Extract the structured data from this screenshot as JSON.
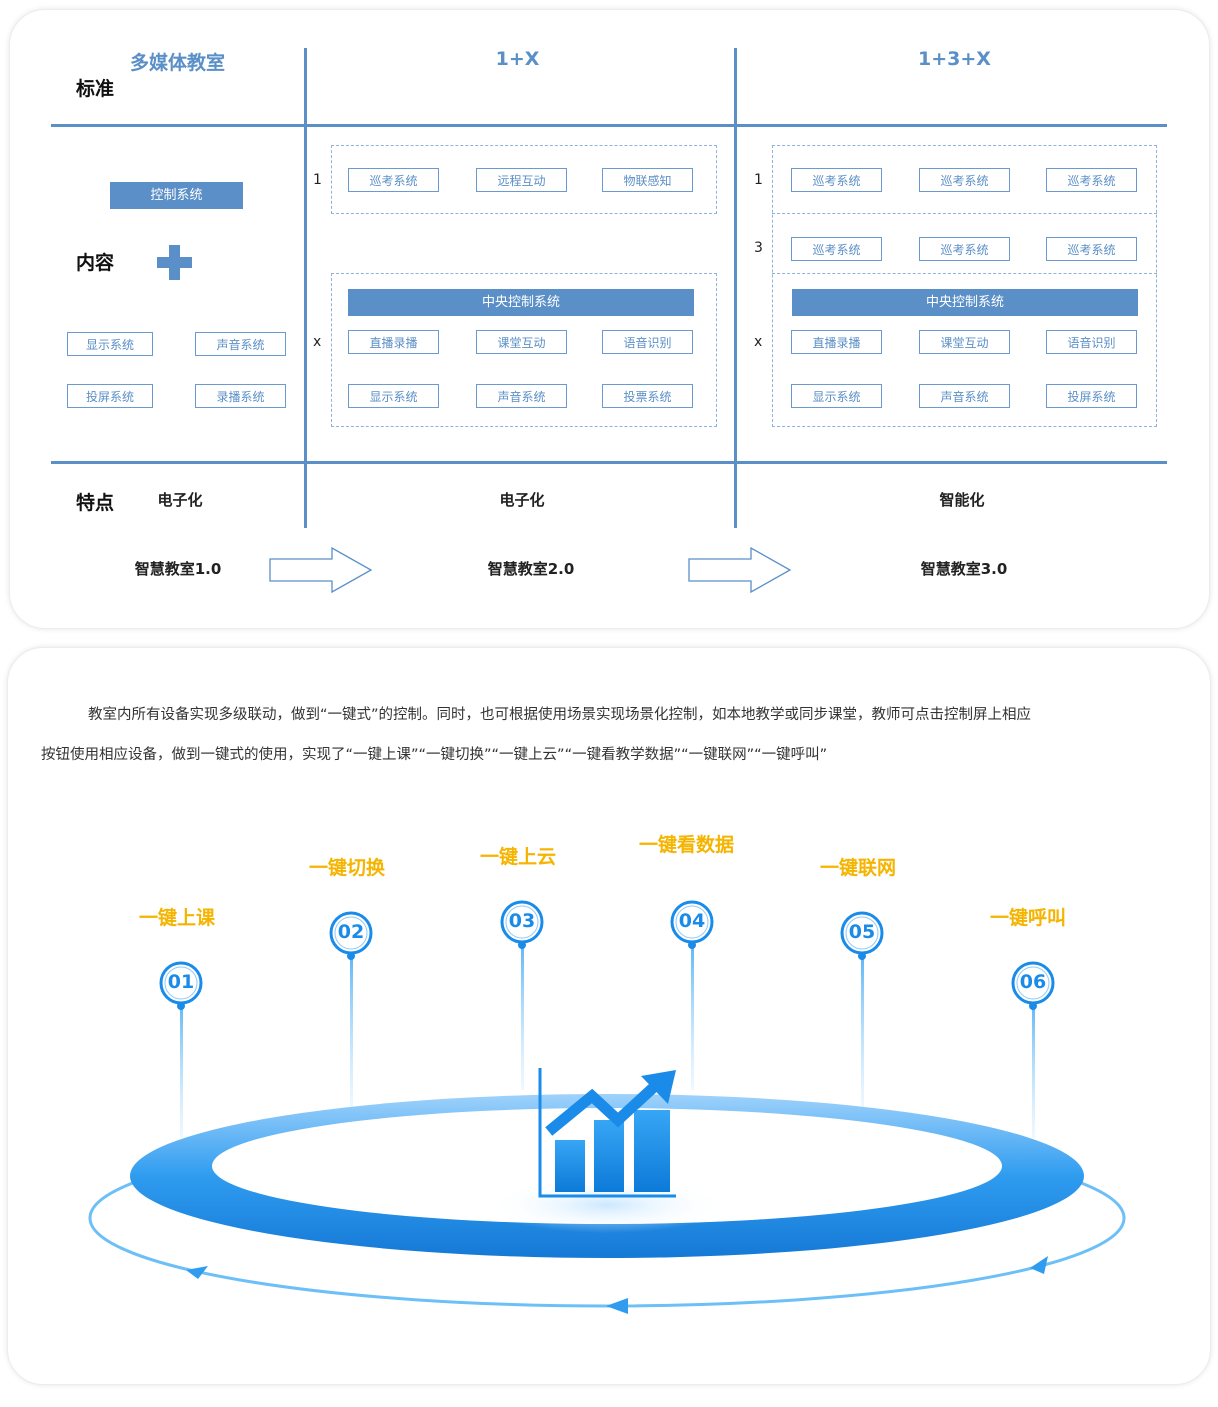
{
  "table": {
    "col_headers": [
      "多媒体教室",
      "1+X",
      "1+3+X"
    ],
    "row_headers": {
      "standard": "标准",
      "content": "内容",
      "feature": "特点"
    },
    "col1": {
      "control": "控制系统",
      "boxes": [
        "显示系统",
        "声音系统",
        "投屏系统",
        "录播系统"
      ]
    },
    "col2": {
      "row1_label": "1",
      "row1": [
        "巡考系统",
        "远程互动",
        "物联感知"
      ],
      "x_label": "x",
      "central": "中央控制系统",
      "rowx1": [
        "直播录播",
        "课堂互动",
        "语音识别"
      ],
      "rowx2": [
        "显示系统",
        "声音系统",
        "投票系统"
      ]
    },
    "col3": {
      "row1_label": "1",
      "row1": [
        "巡考系统",
        "巡考系统",
        "巡考系统"
      ],
      "row3_label": "3",
      "row3": [
        "巡考系统",
        "巡考系统",
        "巡考系统"
      ],
      "x_label": "x",
      "central": "中央控制系统",
      "rowx1": [
        "直播录播",
        "课堂互动",
        "语音识别"
      ],
      "rowx2": [
        "显示系统",
        "声音系统",
        "投屏系统"
      ]
    },
    "features": [
      "电子化",
      "电子化",
      "智能化"
    ],
    "versions": [
      "智慧教室1.0",
      "智慧教室2.0",
      "智慧教室3.0"
    ]
  },
  "description": {
    "line1": "教室内所有设备实现多级联动，做到“一键式”的控制。同时，也可根据使用场景实现场景化控制，如本地教学或同步课堂，教师可点击控制屏上相应",
    "line2": "按钮使用相应设备，做到一键式的使用，实现了“一键上课”“一键切换”“一键上云”“一键看教学数据”“一键联网”“一键呼叫”"
  },
  "features_ring": {
    "items": [
      {
        "num": "01",
        "label": "一键上课"
      },
      {
        "num": "02",
        "label": "一键切换"
      },
      {
        "num": "03",
        "label": "一键上云"
      },
      {
        "num": "04",
        "label": "一键看数据"
      },
      {
        "num": "05",
        "label": "一键联网"
      },
      {
        "num": "06",
        "label": "一键呼叫"
      }
    ],
    "colors": {
      "label": "#f5b400",
      "pin": "#1a8be8",
      "ring": "#2f9cf0"
    },
    "center_icon": "growth-chart-icon"
  },
  "colors": {
    "grid": "#5b8fc7",
    "box_border": "#6c9ad0",
    "dash": "#8fb2dc"
  }
}
